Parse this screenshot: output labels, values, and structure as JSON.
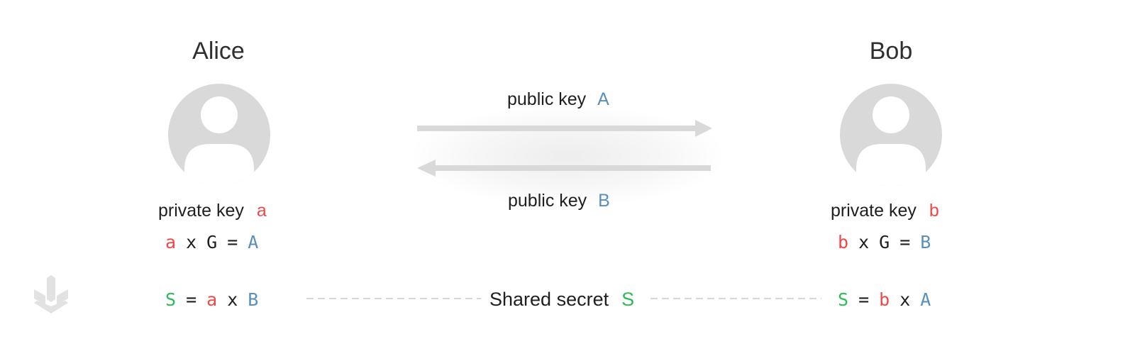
{
  "alice": {
    "name": "Alice",
    "private_key_label": "private key",
    "private_key_var": "a",
    "equation": [
      "a",
      "x",
      "G",
      "=",
      "A"
    ],
    "shared_equation": [
      "S",
      "=",
      "a",
      "x",
      "B"
    ]
  },
  "bob": {
    "name": "Bob",
    "private_key_label": "private key",
    "private_key_var": "b",
    "equation": [
      "b",
      "x",
      "G",
      "=",
      "B"
    ],
    "shared_equation": [
      "S",
      "=",
      "b",
      "x",
      "A"
    ]
  },
  "exchange": {
    "top_label": "public key",
    "top_var": "A",
    "bottom_label": "public key",
    "bottom_var": "B"
  },
  "shared": {
    "label": "Shared secret",
    "var": "S"
  },
  "icons": {
    "avatar": "user-avatar-icon",
    "logo": "stacked-blocks-logo-icon"
  },
  "colors": {
    "private": "#f04848",
    "public": "#5a8fbb",
    "secret": "#2dbb55",
    "neutral": "#d9d9d9"
  }
}
